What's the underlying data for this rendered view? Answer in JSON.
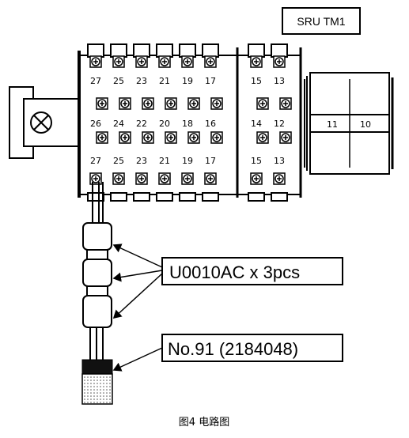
{
  "title_box": "SRU TM1",
  "callouts": {
    "connector": "U0010AC x 3pcs",
    "part_no": "No.91 (2184048)"
  },
  "caption": "图4    电路图",
  "terminals": {
    "row1": [
      "27",
      "25",
      "23",
      "21",
      "19",
      "17",
      "15",
      "13"
    ],
    "row2": [
      "26",
      "24",
      "22",
      "20",
      "18",
      "16",
      "14",
      "12"
    ],
    "row3": [
      "27",
      "25",
      "23",
      "21",
      "19",
      "17",
      "15",
      "13"
    ],
    "right_block": [
      "11",
      "10"
    ]
  },
  "icons": {
    "screw": "screw-terminal-icon",
    "lamp": "lamp-icon"
  }
}
